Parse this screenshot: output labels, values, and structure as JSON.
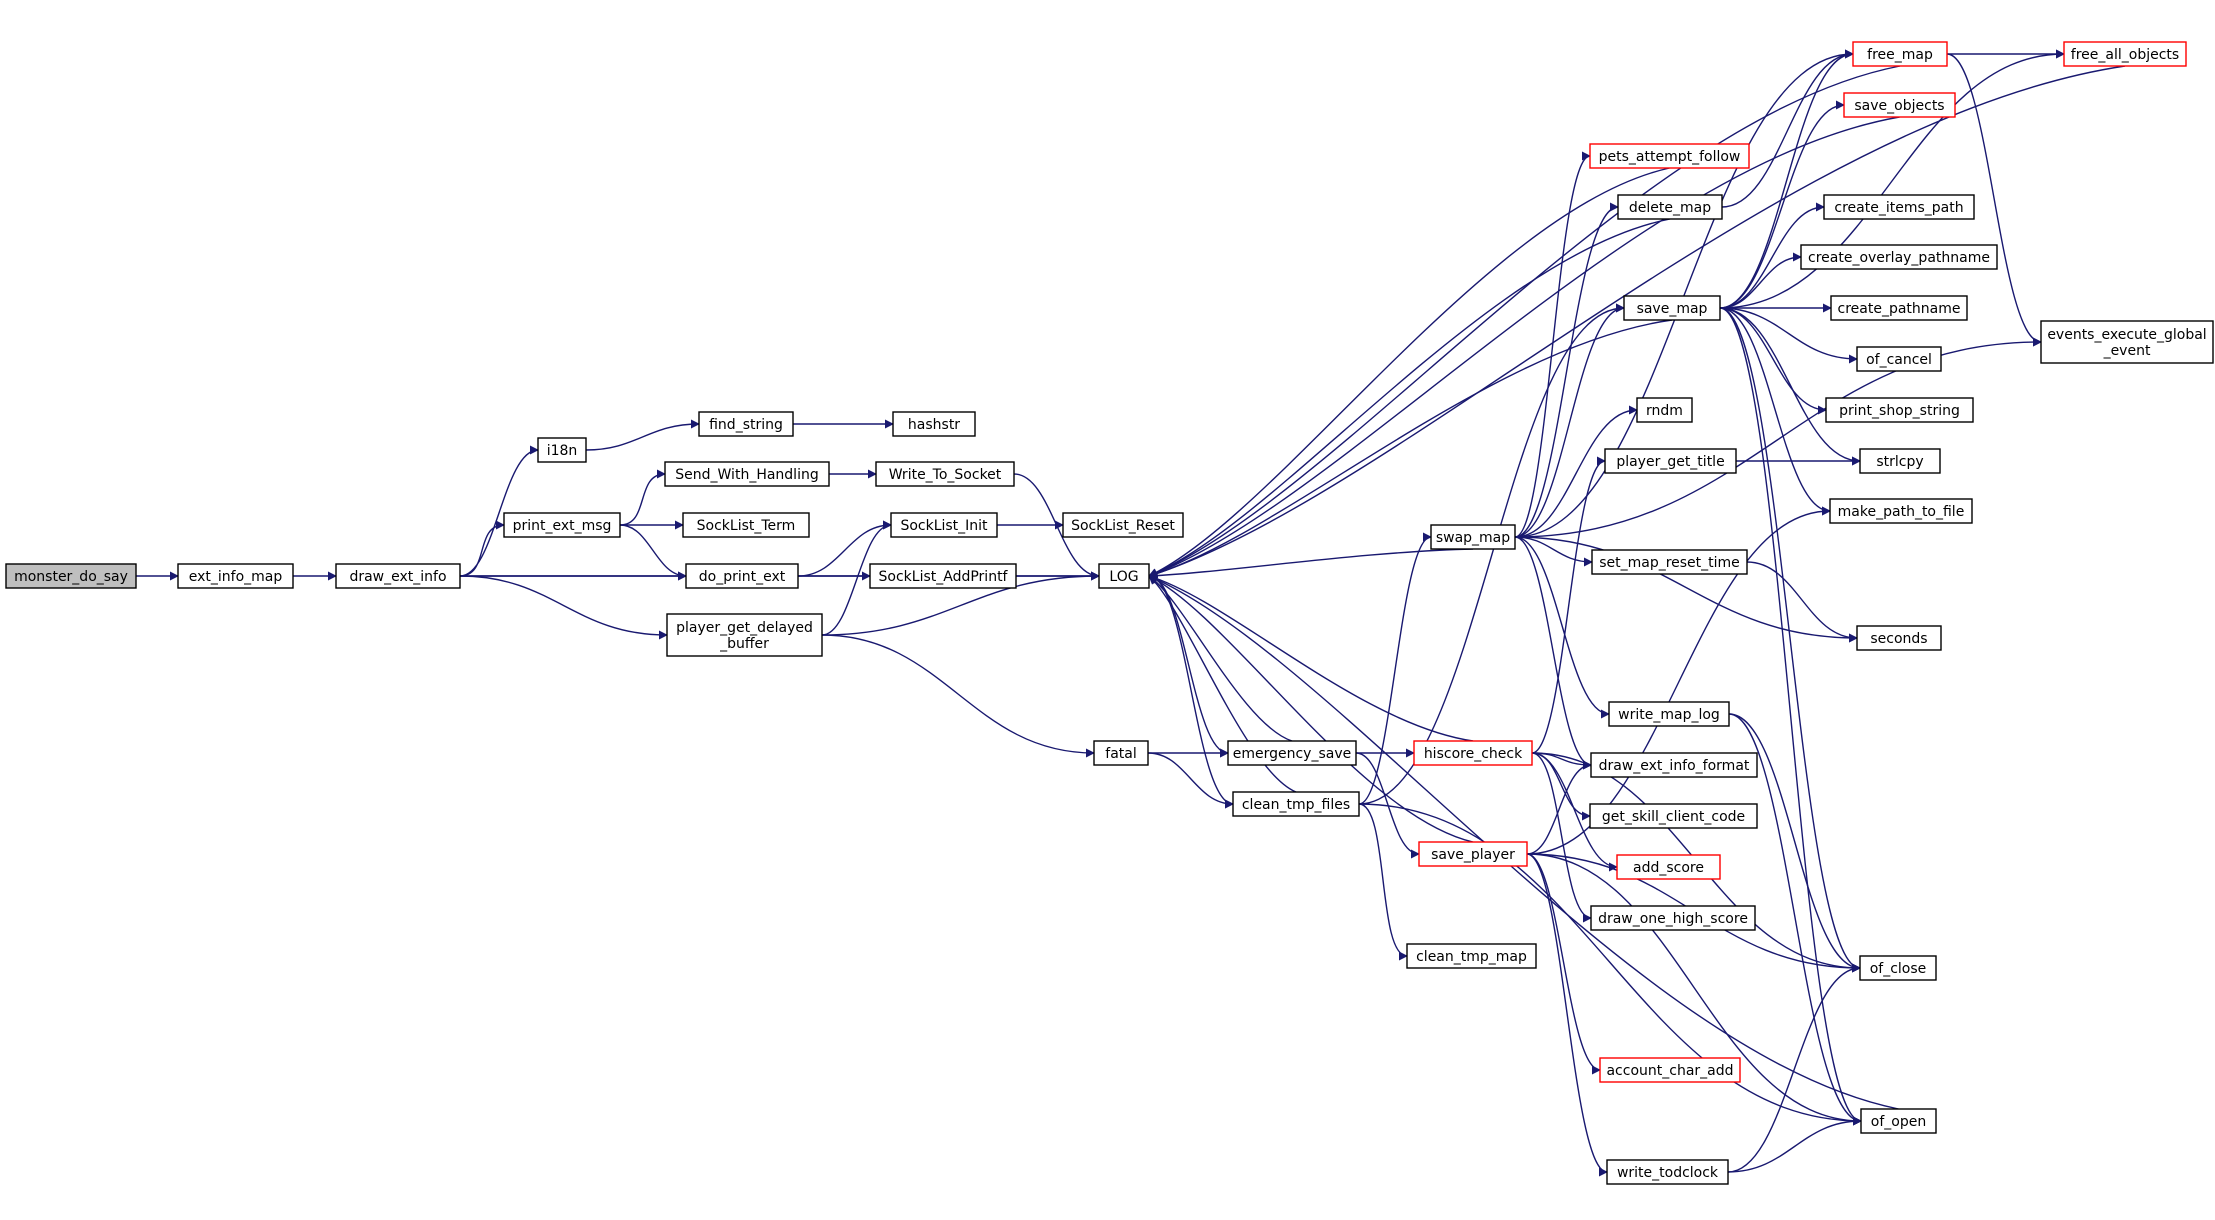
{
  "colors": {
    "edge": "#191970",
    "normal_border": "#000000",
    "truncated_border": "#ff0000",
    "root_fill": "#bfbfbf",
    "fill": "#ffffff"
  },
  "nodes": {
    "monster_do_say": {
      "label": [
        "monster_do_say"
      ],
      "style": "root"
    },
    "ext_info_map": {
      "label": [
        "ext_info_map"
      ],
      "style": "normal"
    },
    "draw_ext_info": {
      "label": [
        "draw_ext_info"
      ],
      "style": "normal"
    },
    "i18n": {
      "label": [
        "i18n"
      ],
      "style": "normal"
    },
    "find_string": {
      "label": [
        "find_string"
      ],
      "style": "normal"
    },
    "hashstr": {
      "label": [
        "hashstr"
      ],
      "style": "normal"
    },
    "print_ext_msg": {
      "label": [
        "print_ext_msg"
      ],
      "style": "normal"
    },
    "Send_With_Handling": {
      "label": [
        "Send_With_Handling"
      ],
      "style": "normal"
    },
    "Write_To_Socket": {
      "label": [
        "Write_To_Socket"
      ],
      "style": "normal"
    },
    "SockList_Term": {
      "label": [
        "SockList_Term"
      ],
      "style": "normal"
    },
    "do_print_ext": {
      "label": [
        "do_print_ext"
      ],
      "style": "normal"
    },
    "SockList_Init": {
      "label": [
        "SockList_Init"
      ],
      "style": "normal"
    },
    "SockList_Reset": {
      "label": [
        "SockList_Reset"
      ],
      "style": "normal"
    },
    "SockList_AddPrintf": {
      "label": [
        "SockList_AddPrintf"
      ],
      "style": "normal"
    },
    "player_get_delayed_buffer": {
      "label": [
        "player_get_delayed",
        "_buffer"
      ],
      "style": "normal"
    },
    "LOG": {
      "label": [
        "LOG"
      ],
      "style": "normal"
    },
    "fatal": {
      "label": [
        "fatal"
      ],
      "style": "normal"
    },
    "emergency_save": {
      "label": [
        "emergency_save"
      ],
      "style": "normal"
    },
    "clean_tmp_files": {
      "label": [
        "clean_tmp_files"
      ],
      "style": "normal"
    },
    "clean_tmp_map": {
      "label": [
        "clean_tmp_map"
      ],
      "style": "normal"
    },
    "hiscore_check": {
      "label": [
        "hiscore_check"
      ],
      "style": "truncated"
    },
    "save_player": {
      "label": [
        "save_player"
      ],
      "style": "truncated"
    },
    "swap_map": {
      "label": [
        "swap_map"
      ],
      "style": "normal"
    },
    "save_map": {
      "label": [
        "save_map"
      ],
      "style": "normal"
    },
    "delete_map": {
      "label": [
        "delete_map"
      ],
      "style": "normal"
    },
    "pets_attempt_follow": {
      "label": [
        "pets_attempt_follow"
      ],
      "style": "truncated"
    },
    "free_map": {
      "label": [
        "free_map"
      ],
      "style": "truncated"
    },
    "save_objects": {
      "label": [
        "save_objects"
      ],
      "style": "truncated"
    },
    "free_all_objects": {
      "label": [
        "free_all_objects"
      ],
      "style": "truncated"
    },
    "create_items_path": {
      "label": [
        "create_items_path"
      ],
      "style": "normal"
    },
    "create_overlay_pathname": {
      "label": [
        "create_overlay_pathname"
      ],
      "style": "normal"
    },
    "create_pathname": {
      "label": [
        "create_pathname"
      ],
      "style": "normal"
    },
    "of_cancel": {
      "label": [
        "of_cancel"
      ],
      "style": "normal"
    },
    "print_shop_string": {
      "label": [
        "print_shop_string"
      ],
      "style": "normal"
    },
    "strlcpy": {
      "label": [
        "strlcpy"
      ],
      "style": "normal"
    },
    "make_path_to_file": {
      "label": [
        "make_path_to_file"
      ],
      "style": "normal"
    },
    "events_execute_global_event": {
      "label": [
        "events_execute_global",
        "_event"
      ],
      "style": "normal"
    },
    "rndm": {
      "label": [
        "rndm"
      ],
      "style": "normal"
    },
    "player_get_title": {
      "label": [
        "player_get_title"
      ],
      "style": "normal"
    },
    "set_map_reset_time": {
      "label": [
        "set_map_reset_time"
      ],
      "style": "normal"
    },
    "seconds": {
      "label": [
        "seconds"
      ],
      "style": "normal"
    },
    "write_map_log": {
      "label": [
        "write_map_log"
      ],
      "style": "normal"
    },
    "draw_ext_info_format": {
      "label": [
        "draw_ext_info_format"
      ],
      "style": "normal"
    },
    "get_skill_client_code": {
      "label": [
        "get_skill_client_code"
      ],
      "style": "normal"
    },
    "add_score": {
      "label": [
        "add_score"
      ],
      "style": "truncated"
    },
    "draw_one_high_score": {
      "label": [
        "draw_one_high_score"
      ],
      "style": "normal"
    },
    "of_close": {
      "label": [
        "of_close"
      ],
      "style": "normal"
    },
    "account_char_add": {
      "label": [
        "account_char_add"
      ],
      "style": "truncated"
    },
    "of_open": {
      "label": [
        "of_open"
      ],
      "style": "normal"
    },
    "write_todclock": {
      "label": [
        "write_todclock"
      ],
      "style": "normal"
    }
  },
  "edges": [
    [
      "monster_do_say",
      "ext_info_map"
    ],
    [
      "ext_info_map",
      "draw_ext_info"
    ],
    [
      "draw_ext_info",
      "i18n"
    ],
    [
      "draw_ext_info",
      "print_ext_msg"
    ],
    [
      "draw_ext_info",
      "do_print_ext"
    ],
    [
      "draw_ext_info",
      "player_get_delayed_buffer"
    ],
    [
      "draw_ext_info",
      "LOG"
    ],
    [
      "i18n",
      "find_string"
    ],
    [
      "find_string",
      "hashstr"
    ],
    [
      "print_ext_msg",
      "Send_With_Handling"
    ],
    [
      "print_ext_msg",
      "SockList_Term"
    ],
    [
      "print_ext_msg",
      "do_print_ext"
    ],
    [
      "Send_With_Handling",
      "Write_To_Socket"
    ],
    [
      "Write_To_Socket",
      "LOG"
    ],
    [
      "do_print_ext",
      "SockList_Init"
    ],
    [
      "do_print_ext",
      "SockList_AddPrintf"
    ],
    [
      "SockList_Init",
      "SockList_Reset"
    ],
    [
      "SockList_AddPrintf",
      "LOG"
    ],
    [
      "player_get_delayed_buffer",
      "SockList_Init"
    ],
    [
      "player_get_delayed_buffer",
      "LOG"
    ],
    [
      "player_get_delayed_buffer",
      "fatal"
    ],
    [
      "fatal",
      "emergency_save"
    ],
    [
      "fatal",
      "clean_tmp_files"
    ],
    [
      "emergency_save",
      "LOG"
    ],
    [
      "emergency_save",
      "hiscore_check"
    ],
    [
      "emergency_save",
      "save_player"
    ],
    [
      "clean_tmp_files",
      "LOG"
    ],
    [
      "clean_tmp_files",
      "swap_map"
    ],
    [
      "clean_tmp_files",
      "save_map"
    ],
    [
      "clean_tmp_files",
      "clean_tmp_map"
    ],
    [
      "clean_tmp_files",
      "of_open"
    ],
    [
      "hiscore_check",
      "LOG"
    ],
    [
      "hiscore_check",
      "player_get_title"
    ],
    [
      "hiscore_check",
      "draw_ext_info_format"
    ],
    [
      "hiscore_check",
      "get_skill_client_code"
    ],
    [
      "hiscore_check",
      "add_score"
    ],
    [
      "hiscore_check",
      "draw_one_high_score"
    ],
    [
      "hiscore_check",
      "of_close"
    ],
    [
      "save_player",
      "LOG"
    ],
    [
      "save_player",
      "make_path_to_file"
    ],
    [
      "save_player",
      "draw_ext_info_format"
    ],
    [
      "save_player",
      "of_close"
    ],
    [
      "save_player",
      "account_char_add"
    ],
    [
      "save_player",
      "write_todclock"
    ],
    [
      "save_player",
      "of_open"
    ],
    [
      "swap_map",
      "LOG"
    ],
    [
      "swap_map",
      "pets_attempt_follow"
    ],
    [
      "swap_map",
      "delete_map"
    ],
    [
      "swap_map",
      "save_map"
    ],
    [
      "swap_map",
      "free_map"
    ],
    [
      "swap_map",
      "rndm"
    ],
    [
      "swap_map",
      "set_map_reset_time"
    ],
    [
      "swap_map",
      "seconds"
    ],
    [
      "swap_map",
      "write_map_log"
    ],
    [
      "swap_map",
      "draw_ext_info_format"
    ],
    [
      "swap_map",
      "events_execute_global_event"
    ],
    [
      "save_map",
      "LOG"
    ],
    [
      "save_map",
      "free_map"
    ],
    [
      "save_map",
      "save_objects"
    ],
    [
      "save_map",
      "free_all_objects"
    ],
    [
      "save_map",
      "create_items_path"
    ],
    [
      "save_map",
      "create_overlay_pathname"
    ],
    [
      "save_map",
      "create_pathname"
    ],
    [
      "save_map",
      "of_cancel"
    ],
    [
      "save_map",
      "print_shop_string"
    ],
    [
      "save_map",
      "strlcpy"
    ],
    [
      "save_map",
      "make_path_to_file"
    ],
    [
      "save_map",
      "of_close"
    ],
    [
      "save_map",
      "of_open"
    ],
    [
      "delete_map",
      "LOG"
    ],
    [
      "delete_map",
      "free_map"
    ],
    [
      "pets_attempt_follow",
      "LOG"
    ],
    [
      "free_map",
      "LOG"
    ],
    [
      "free_map",
      "free_all_objects"
    ],
    [
      "free_map",
      "events_execute_global_event"
    ],
    [
      "save_objects",
      "LOG"
    ],
    [
      "free_all_objects",
      "LOG"
    ],
    [
      "player_get_title",
      "strlcpy"
    ],
    [
      "set_map_reset_time",
      "seconds"
    ],
    [
      "write_map_log",
      "of_close"
    ],
    [
      "write_map_log",
      "of_open"
    ],
    [
      "write_todclock",
      "of_close"
    ],
    [
      "write_todclock",
      "of_open"
    ],
    [
      "of_open",
      "LOG"
    ],
    [
      "LOG",
      "emergency_save"
    ],
    [
      "LOG",
      "clean_tmp_files"
    ]
  ]
}
